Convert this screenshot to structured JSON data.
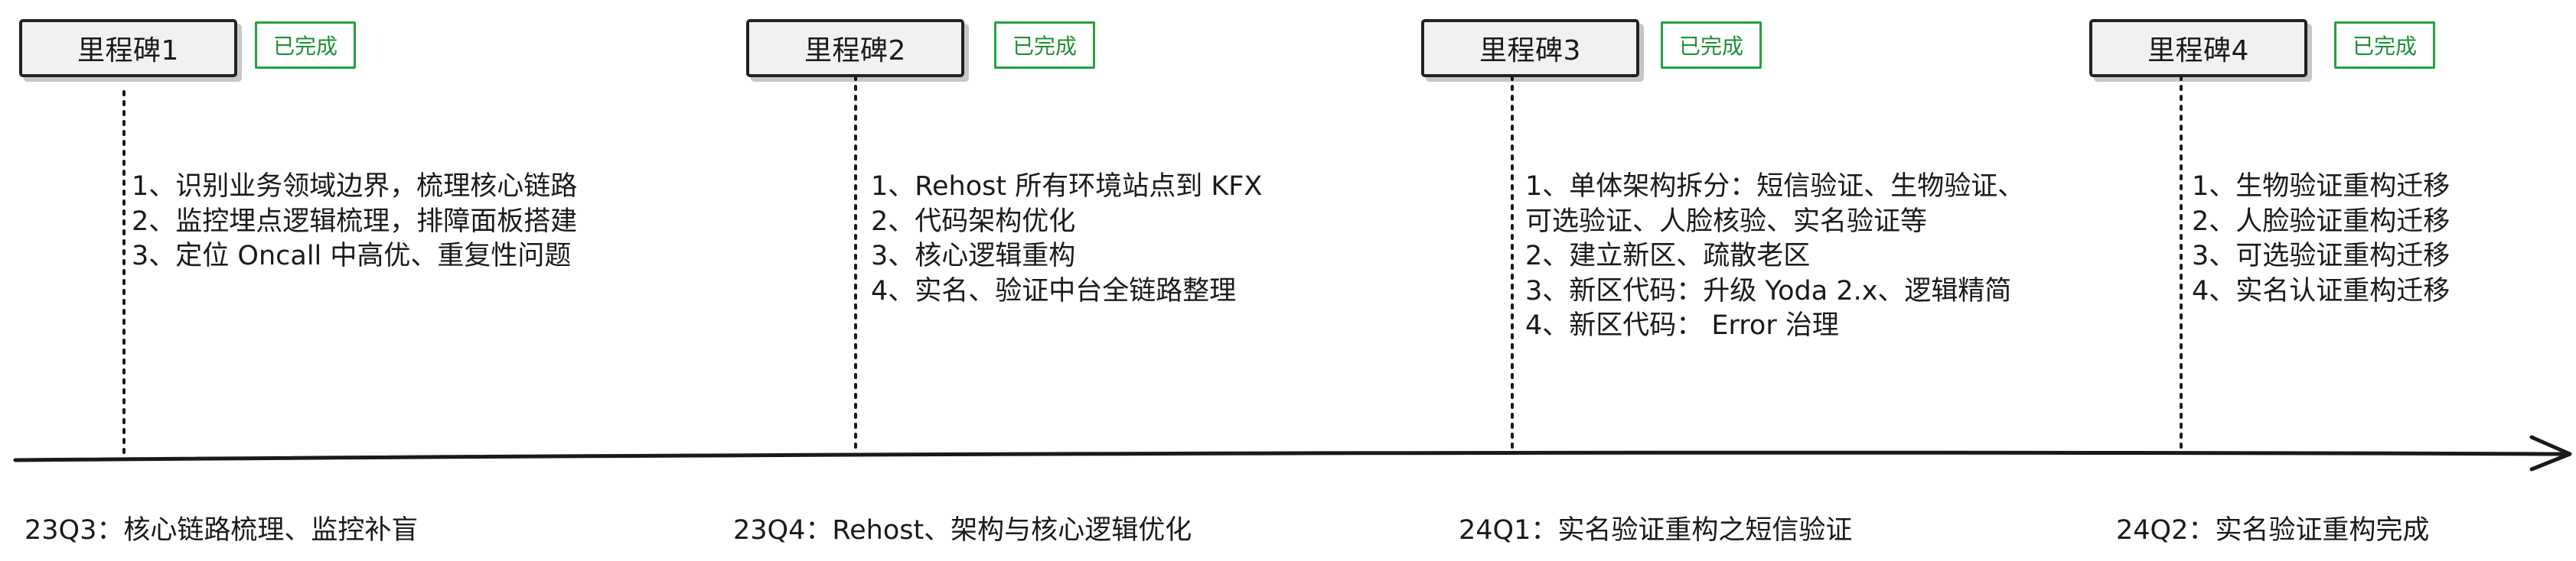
{
  "milestones": [
    {
      "title": "里程碑1",
      "status": "已完成",
      "tasks": [
        "1、识别业务领域边界，梳理核心链路",
        "2、监控埋点逻辑梳理，排障面板搭建",
        "3、定位 Oncall 中高优、重复性问题"
      ],
      "quarter": "23Q3：核心链路梳理、监控补盲"
    },
    {
      "title": "里程碑2",
      "status": "已完成",
      "tasks": [
        "1、Rehost 所有环境站点到 KFX",
        "2、代码架构优化",
        "3、核心逻辑重构",
        "4、实名、验证中台全链路整理"
      ],
      "quarter": "23Q4：Rehost、架构与核心逻辑优化"
    },
    {
      "title": "里程碑3",
      "status": "已完成",
      "tasks": [
        "1、单体架构拆分：短信验证、生物验证、",
        "可选验证、人脸核验、实名验证等",
        "2、建立新区、疏散老区",
        "3、新区代码：升级 Yoda 2.x、逻辑精简",
        "4、新区代码： Error 治理"
      ],
      "quarter": "24Q1：实名验证重构之短信验证"
    },
    {
      "title": "里程碑4",
      "status": "已完成",
      "tasks": [
        "1、生物验证重构迁移",
        "2、人脸验证重构迁移",
        "3、可选验证重构迁移",
        "4、实名认证重构迁移"
      ],
      "quarter": "24Q2：实名验证重构完成"
    }
  ],
  "colors": {
    "line": "#1a1a1a",
    "box_fill": "#f0f1f2",
    "badge_green": "#27a13c"
  }
}
